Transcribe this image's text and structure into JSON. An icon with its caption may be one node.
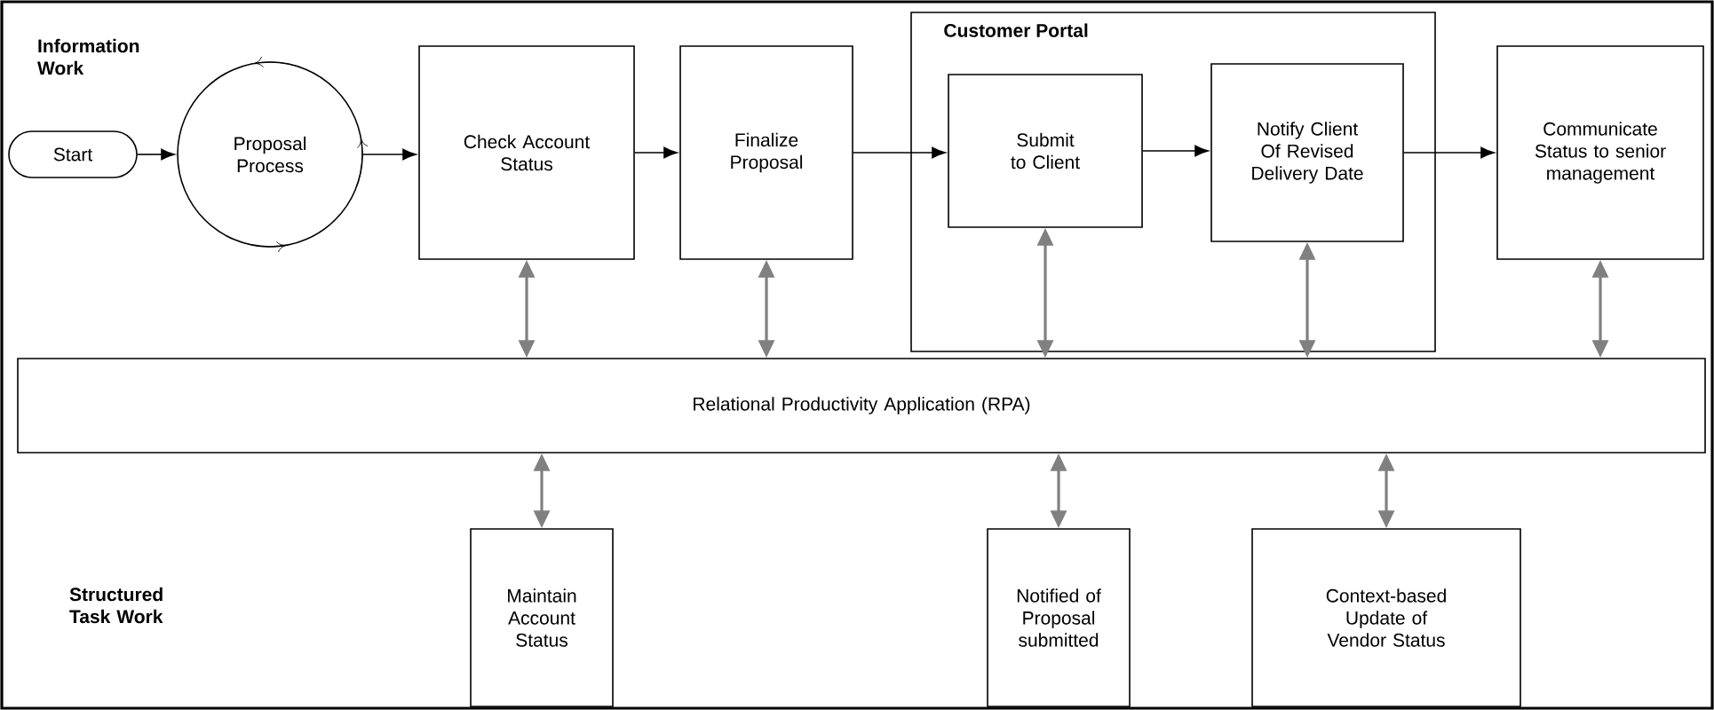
{
  "diagram": {
    "nodes": [
      {
        "text": [
          "Start"
        ]
      },
      {
        "text": [
          "Proposal Process"
        ]
      },
      {
        "text": [
          "Check Account Status"
        ]
      },
      {
        "text": [
          "Finalize Proposal"
        ]
      },
      {
        "text": [
          "Customer Portal"
        ]
      },
      {
        "text": [
          "Submit to Client"
        ],
        "in": 4
      },
      {
        "text": [
          "Notify Client Of Revised Delivery Date"
        ],
        "in": 4
      },
      {
        "text": [
          "Communicate Status to senior management"
        ]
      },
      {
        "text": [
          "Relational Productivity Application (RPA)"
        ]
      },
      {
        "text": [
          "Maintain Account Status"
        ]
      },
      {
        "text": [
          "Notified of Proposal submitted"
        ]
      },
      {
        "text": [
          "Context-based Update of Vendor Status"
        ]
      }
    ],
    "edges": [
      {
        "from": 0,
        "to": 1,
        "arrow": "to",
        "color": "#000000"
      },
      {
        "from": 1,
        "to": 2,
        "arrow": "to",
        "color": "#000000"
      },
      {
        "from": 2,
        "to": 3,
        "arrow": "to",
        "color": "#000000"
      },
      {
        "from": 3,
        "to": 5,
        "arrow": "to",
        "color": "#000000"
      },
      {
        "from": 5,
        "to": 6,
        "arrow": "to",
        "color": "#000000"
      },
      {
        "from": 6,
        "to": 7,
        "arrow": "to",
        "color": "#000000"
      },
      {
        "from": 2,
        "to": 8,
        "arrow": "both"
      },
      {
        "from": 3,
        "to": 8,
        "arrow": "both"
      },
      {
        "from": 5,
        "to": 8,
        "arrow": "both"
      },
      {
        "from": 6,
        "to": 8,
        "arrow": "both"
      },
      {
        "from": 7,
        "to": 8,
        "arrow": "both"
      },
      {
        "from": 8,
        "to": 9,
        "arrow": "both"
      },
      {
        "from": 8,
        "to": 10,
        "arrow": "both"
      },
      {
        "from": 8,
        "to": 11,
        "arrow": "both"
      }
    ],
    "labels": [
      "Information Work",
      "Structured Task Work"
    ]
  }
}
